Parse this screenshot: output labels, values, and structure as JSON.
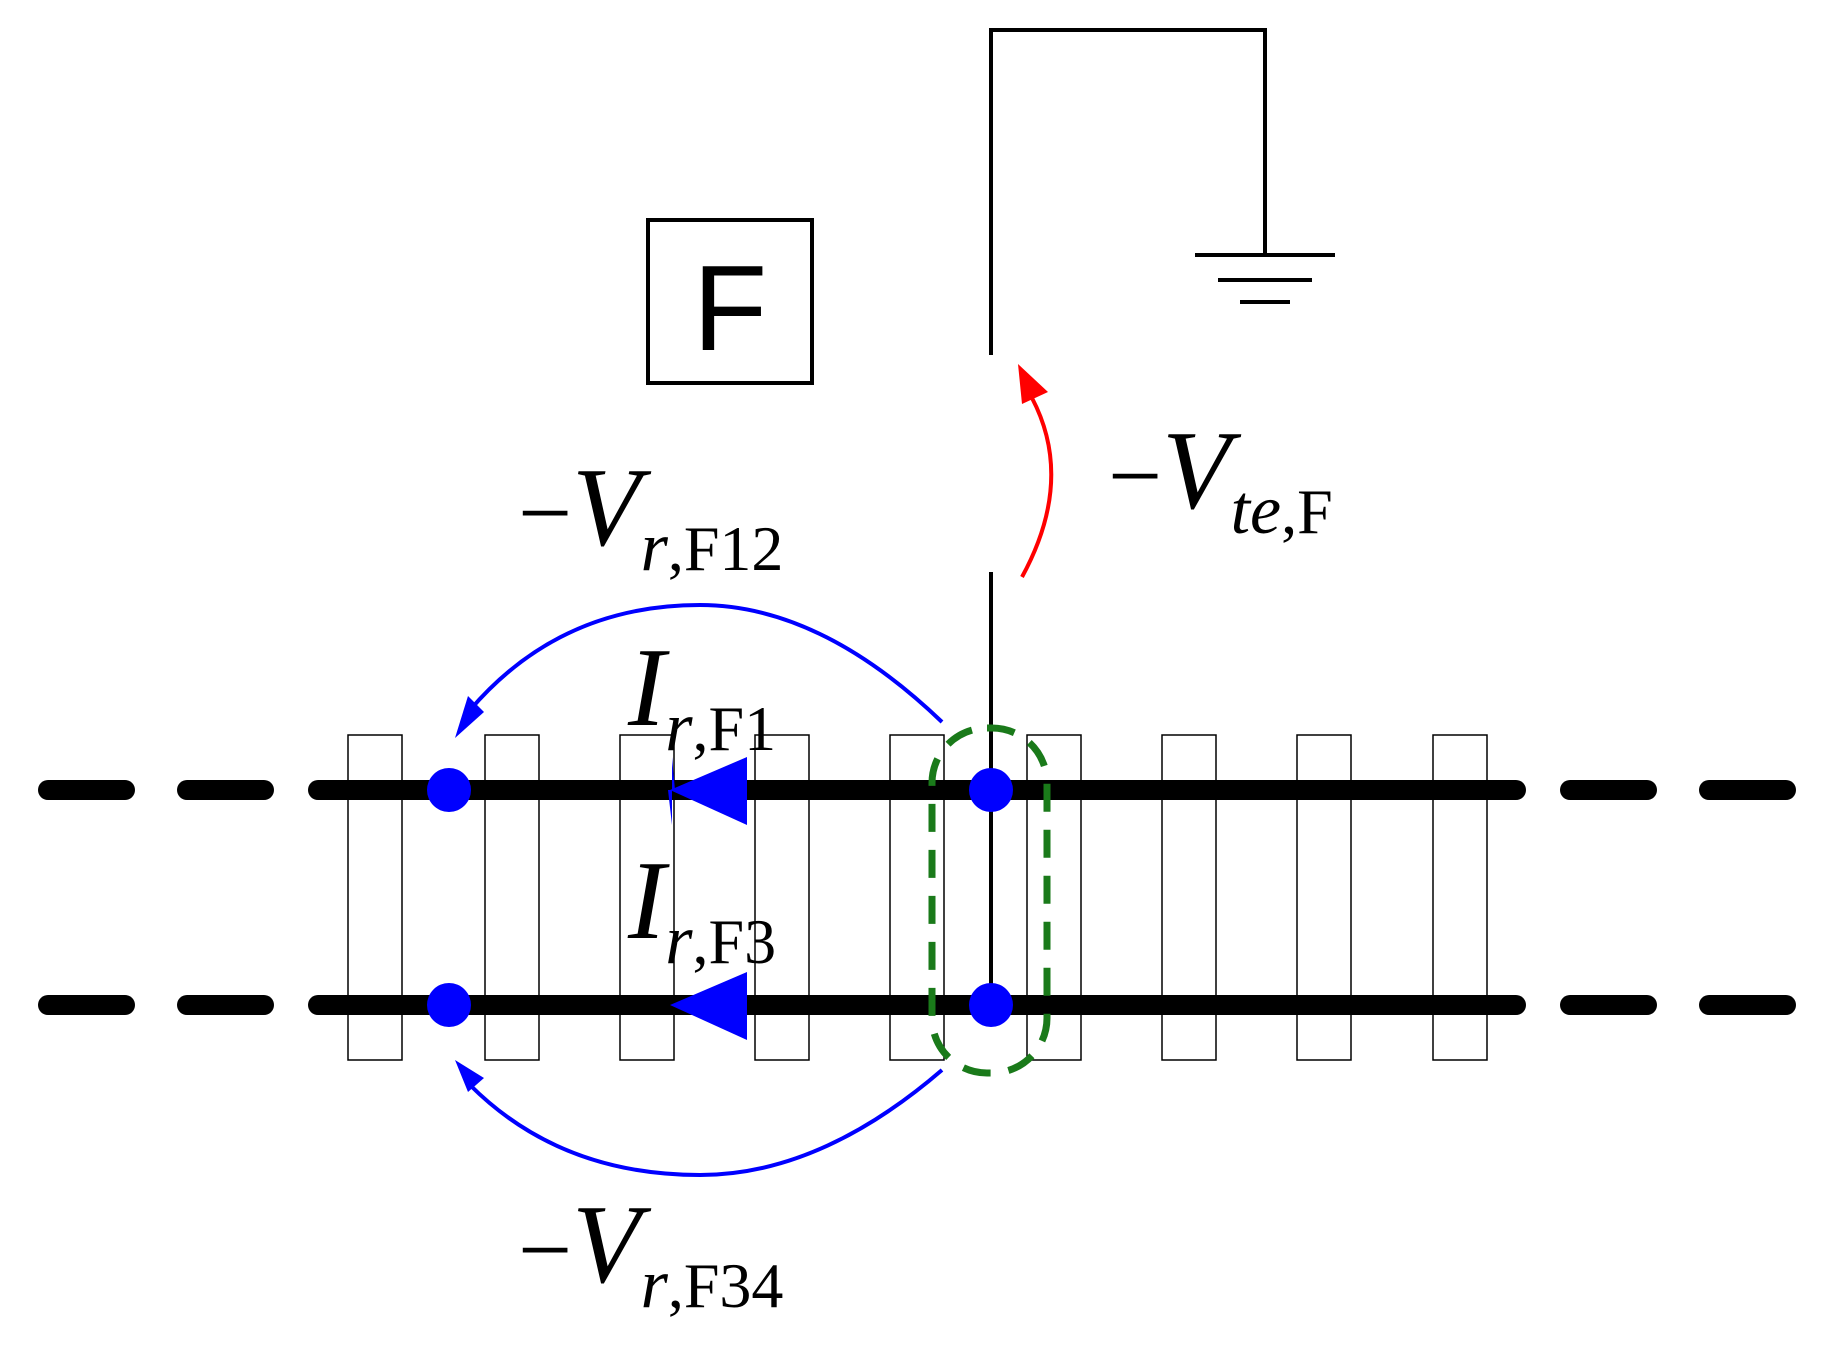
{
  "box_label": "F",
  "labels": {
    "vte": {
      "sign": "−",
      "main": "V",
      "sub_italic": "te",
      "sub_roman": ",F"
    },
    "vr12": {
      "sign": "−",
      "main": "V",
      "sub_italic": "r",
      "sub_roman": ",F12"
    },
    "ir1": {
      "main": "I",
      "sub_italic": "r",
      "sub_roman": ",F1"
    },
    "ir3": {
      "main": "I",
      "sub_italic": "r",
      "sub_roman": ",F3"
    },
    "vr34": {
      "sign": "−",
      "main": "V",
      "sub_italic": "r",
      "sub_roman": ",F34"
    }
  },
  "colors": {
    "rail": "#000000",
    "node": "#0000ff",
    "voltage_arc_rail": "#0000ff",
    "voltage_arc_earth": "#ff0000",
    "group_outline": "#1a7a1a"
  },
  "icons": {
    "ground": "ground-symbol-icon"
  }
}
